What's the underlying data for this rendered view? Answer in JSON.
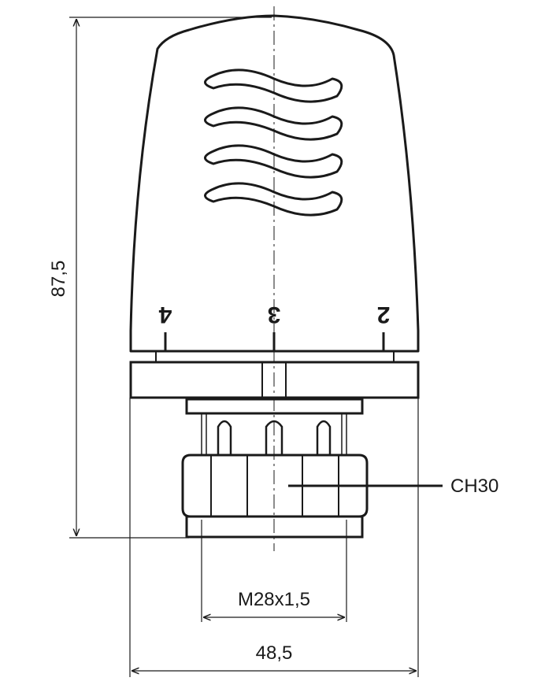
{
  "dimensions": {
    "height": "87,5",
    "width": "48,5",
    "thread": "M28x1,5",
    "wrench": "CH30"
  },
  "scale_marks": [
    "4",
    "3",
    "2"
  ],
  "colors": {
    "line": "#1a1a1a",
    "background": "#ffffff"
  }
}
